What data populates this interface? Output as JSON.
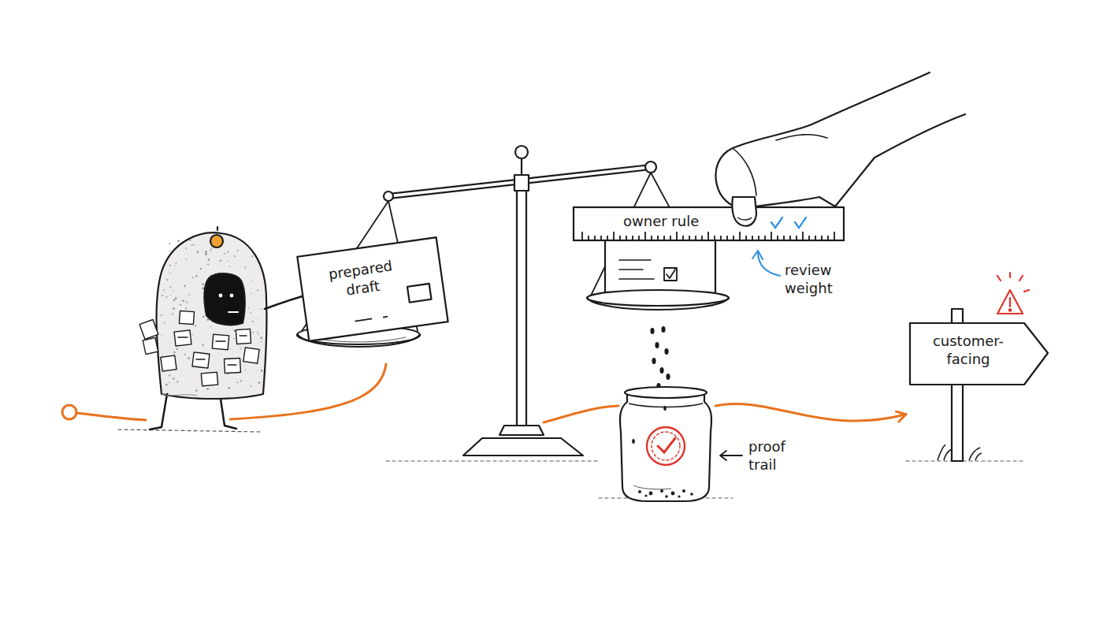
{
  "diagram": {
    "nodes": [
      {
        "text": [
          "prepared draft"
        ]
      },
      {
        "text": [
          "owner rule"
        ]
      },
      {
        "text": [
          "proof trail"
        ]
      },
      {
        "text": [
          "customer-facing"
        ]
      }
    ],
    "edges": [
      {
        "from": 2,
        "to": 3,
        "arrow": "to"
      }
    ],
    "labels": [
      "review weight"
    ]
  }
}
